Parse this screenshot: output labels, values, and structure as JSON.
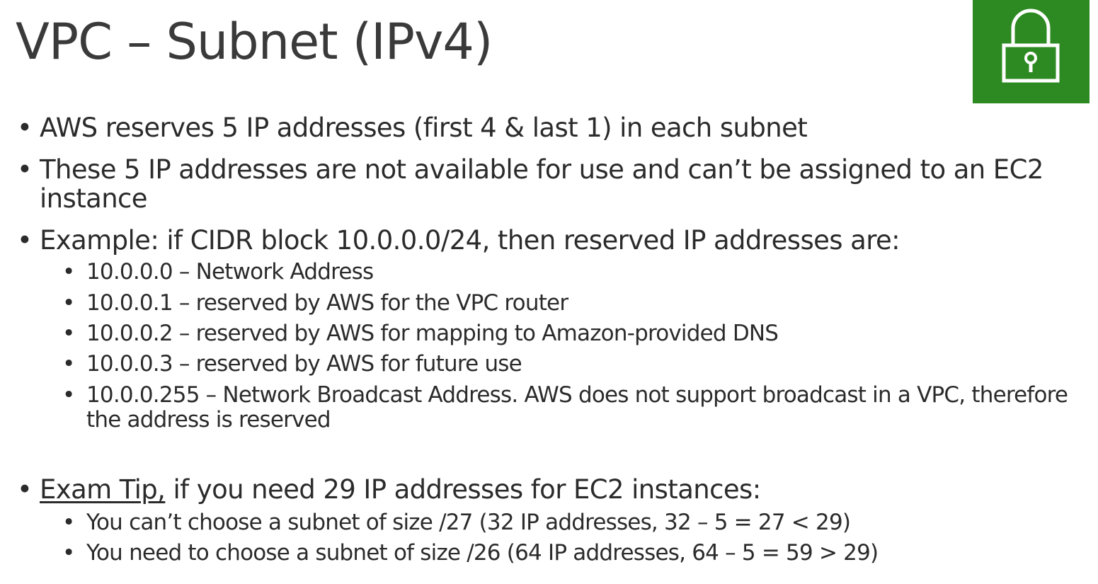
{
  "title": "VPC – Subnet (IPv4)",
  "lock_icon": {
    "name": "lock-icon",
    "color": "#2d8a22"
  },
  "bullets": [
    "AWS reserves 5 IP addresses (first 4 & last 1) in each subnet",
    "These 5 IP addresses are not available for use and can’t be assigned to an EC2 instance",
    "Example: if CIDR block 10.0.0.0/24, then reserved IP addresses are:"
  ],
  "reserved": [
    "10.0.0.0 – Network Address",
    "10.0.0.1 – reserved by AWS for the VPC router",
    "10.0.0.2 – reserved by AWS for mapping to Amazon-provided DNS",
    "10.0.0.3 – reserved by AWS for future use",
    "10.0.0.255 – Network Broadcast Address. AWS does not support broadcast in a VPC, therefore the address is reserved"
  ],
  "tip": {
    "label": "Exam Tip,",
    "text": " if you need 29 IP addresses for EC2 instances:",
    "items": [
      "You can’t choose a subnet of size /27 (32 IP addresses, 32 – 5 = 27 < 29)",
      "You need to choose a subnet of size /26 (64 IP addresses, 64 – 5 = 59 > 29)"
    ]
  },
  "bullet_char": "•"
}
